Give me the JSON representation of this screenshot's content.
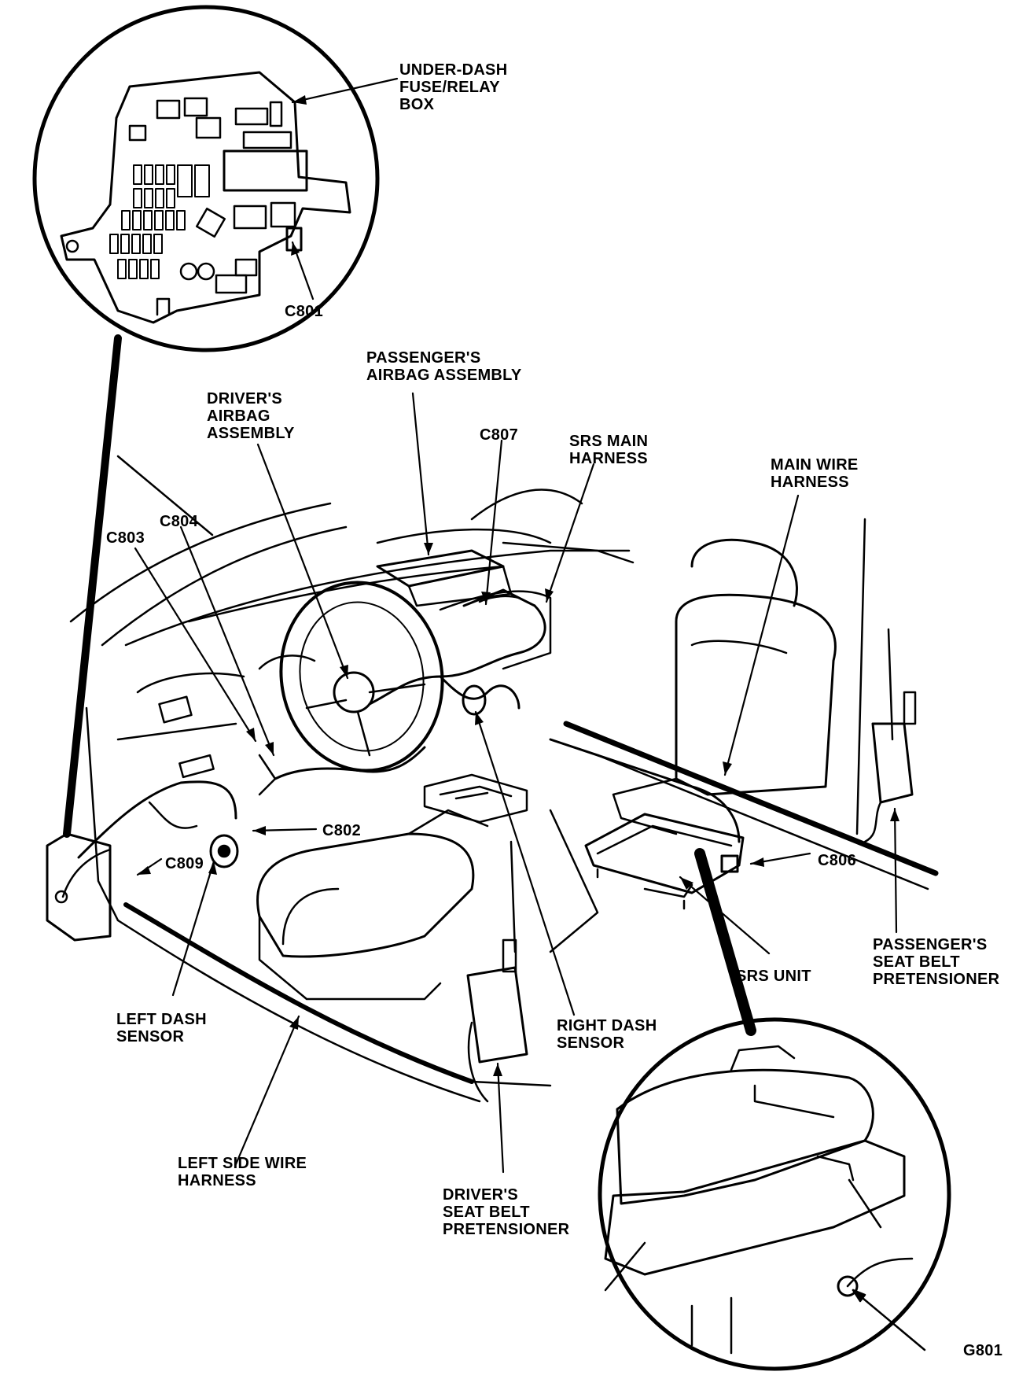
{
  "labels": {
    "under_dash_box": [
      "UNDER-DASH",
      "FUSE/RELAY",
      "BOX"
    ],
    "c801": "C801",
    "passenger_airbag": [
      "PASSENGER'S",
      "AIRBAG ASSEMBLY"
    ],
    "driver_airbag": [
      "DRIVER'S",
      "AIRBAG",
      "ASSEMBLY"
    ],
    "c807": "C807",
    "srs_main_harness": [
      "SRS MAIN",
      "HARNESS"
    ],
    "main_wire_harness": [
      "MAIN WIRE",
      "HARNESS"
    ],
    "c804": "C804",
    "c803": "C803",
    "c802": "C802",
    "c809": "C809",
    "c806": "C806",
    "left_dash_sensor": [
      "LEFT DASH",
      "SENSOR"
    ],
    "right_dash_sensor": [
      "RIGHT DASH",
      "SENSOR"
    ],
    "srs_unit": "SRS UNIT",
    "passenger_pretensioner": [
      "PASSENGER'S",
      "SEAT BELT",
      "PRETENSIONER"
    ],
    "driver_pretensioner": [
      "DRIVER'S",
      "SEAT BELT",
      "PRETENSIONER"
    ],
    "left_side_harness": [
      "LEFT SIDE WIRE",
      "HARNESS"
    ],
    "g801": "G801"
  },
  "colors": {
    "ink": "#000000",
    "paper": "#ffffff"
  }
}
